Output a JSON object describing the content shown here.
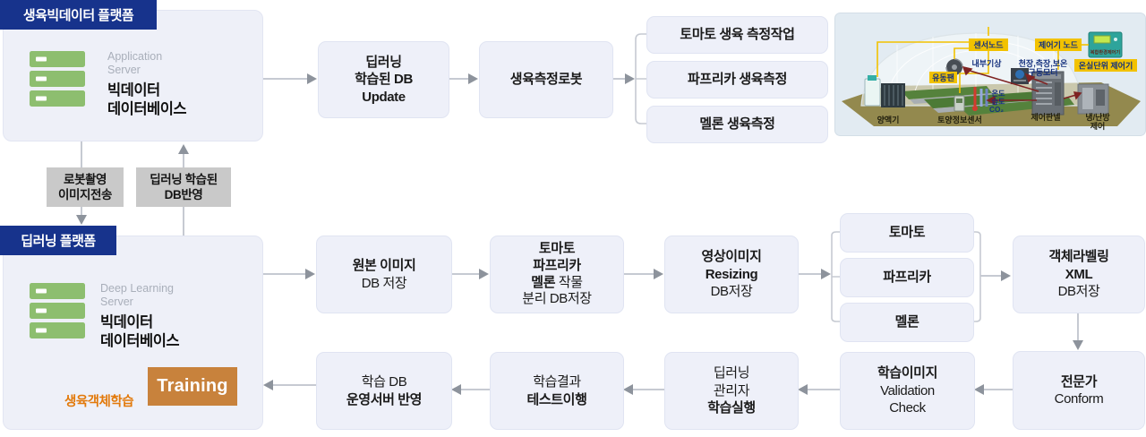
{
  "platforms": {
    "p1": {
      "badge": "생육빅데이터 플랫폼",
      "server_en": [
        "Application",
        "Server"
      ],
      "server_ko": [
        "빅데이터",
        "데이터베이스"
      ]
    },
    "p2": {
      "badge": "딥러닝 플랫폼",
      "server_en": [
        "Deep Learning",
        "Server"
      ],
      "server_ko": [
        "빅데이터",
        "데이터베이스"
      ],
      "training": "Training",
      "training_note": "생육객체학습"
    }
  },
  "transfer": {
    "down": [
      "로봇촬영",
      "이미지전송"
    ],
    "up": [
      "딥러닝 학습된",
      "DB반영"
    ]
  },
  "top_flow": {
    "update": [
      "딥러닝",
      "학습된 DB",
      "Update"
    ],
    "robot": "생육측정로봇",
    "measures": [
      "토마토 생육 측정작업",
      "파프리카 생육측정",
      "멜론 생육측정"
    ]
  },
  "mid_flow": {
    "origin": [
      "원본 이미지",
      "DB 저장"
    ],
    "crops": {
      "l1": "토마토",
      "l2": "파프리카",
      "l3b": "멜론",
      "l3n": " 작물",
      "l4": "분리 DB저장"
    },
    "resize": [
      "영상이미지",
      "Resizing",
      "DB저장"
    ],
    "crop_items": [
      "토마토",
      "파프리카",
      "멜론"
    ],
    "label": [
      "객체라벨링",
      "XML",
      "DB저장"
    ],
    "expert": [
      "전문가",
      "Conform"
    ]
  },
  "bottom_flow": {
    "validation": [
      "학습이미지",
      "Validation",
      "Check"
    ],
    "admin": [
      "딥러닝",
      "관리자",
      "학습실행"
    ],
    "test": [
      "학습결과",
      "테스트이행"
    ],
    "deploy": [
      "학습 DB",
      "운영서버 반영"
    ]
  },
  "greenhouse": {
    "sensor_node": "센서노드",
    "controller_node": "제어기 노드",
    "unit_controller": "온실단위 제어기",
    "device_label": "복합환경제어기",
    "inner_weather": "내부기상",
    "motor": [
      "천장,측장,보온",
      "구동모터"
    ],
    "env": [
      "온도",
      "습도",
      "CO₂"
    ],
    "fan": "유동팬",
    "nutrient": "양액기",
    "soil": "토양정보센서",
    "panel": "제어판넬",
    "hvac": [
      "냉/난방",
      "제어"
    ]
  },
  "colors": {
    "navy_header": "#17338C",
    "box_fill": "#EEF0F9",
    "box_border": "#E0E4F2",
    "training_orange": "#C8823C",
    "note_orange": "#E2790A",
    "server_green": "#8DBE6F",
    "gray_label": "#C9C9C9",
    "connector_line": "#C6CAD2",
    "connector_head": "#8D939C",
    "dark_arrow": "#4D5C66",
    "yellow_tag": "#F2C200",
    "tag_text_navy": "#15317E"
  }
}
